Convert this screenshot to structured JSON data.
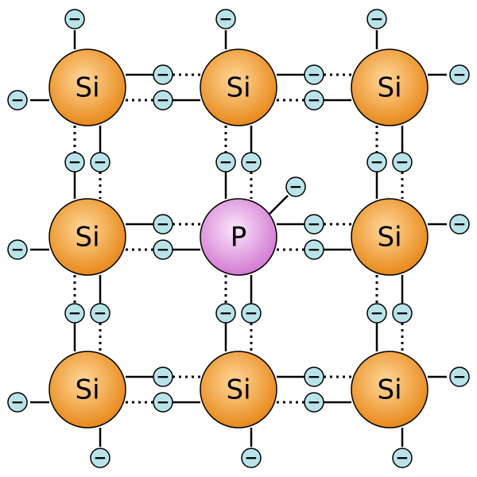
{
  "lattice": {
    "rows": [
      [
        "Si",
        "Si",
        "Si"
      ],
      [
        "Si",
        "P",
        "Si"
      ],
      [
        "Si",
        "Si",
        "Si"
      ]
    ],
    "dopant_extra_electron": true
  },
  "electron_symbol": "−",
  "colors": {
    "si_fill_center": "#ffd89b",
    "si_fill_edge": "#e8891a",
    "p_fill_center": "#fbe6fb",
    "p_fill_edge": "#d27ad2",
    "electron_fill": "#b9e3ea",
    "stroke": "#000000"
  }
}
